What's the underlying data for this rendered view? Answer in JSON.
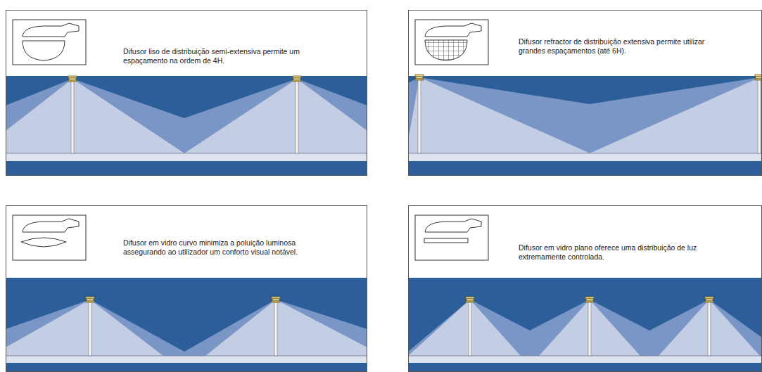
{
  "diagram": {
    "nodes": [
      {
        "text": [
          "Difusor liso de distribuição semi-extensiva permite um espaçamento na ordem de 4H."
        ]
      },
      {
        "text": [
          "Difusor refractor de distribuição extensiva permite utilizar grandes espaçamentos (até 6H)."
        ]
      },
      {
        "text": [
          "Difusor em vidro curvo minimiza a poluição luminosa assegurando ao utilizador um conforto visual notável."
        ]
      },
      {
        "text": [
          "Difusor em vidro plano oferece uma distribuição de luz extremamente controlada."
        ]
      }
    ]
  }
}
